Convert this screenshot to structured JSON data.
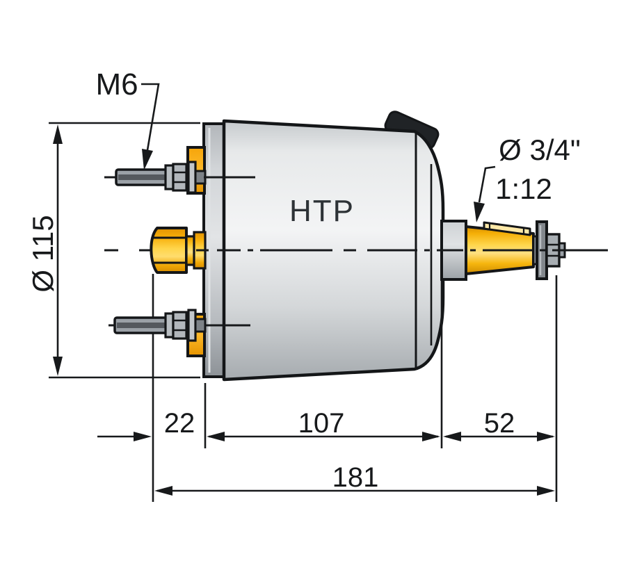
{
  "drawing_labels": {
    "product": "HTP",
    "stud_thread": "M6",
    "shaft_diameter": "Ø 3/4\"",
    "shaft_taper": "1:12"
  },
  "dimensions": {
    "body_diameter": "Ø 115",
    "flange_offset": "22",
    "body_length": "107",
    "shaft_length": "52",
    "total_length": "181"
  },
  "colors": {
    "outline": "#141618",
    "body_gray": "#d9dcde",
    "fitting_yellow": "#f7b912",
    "cap_black": "#202326",
    "background": "#ffffff"
  }
}
